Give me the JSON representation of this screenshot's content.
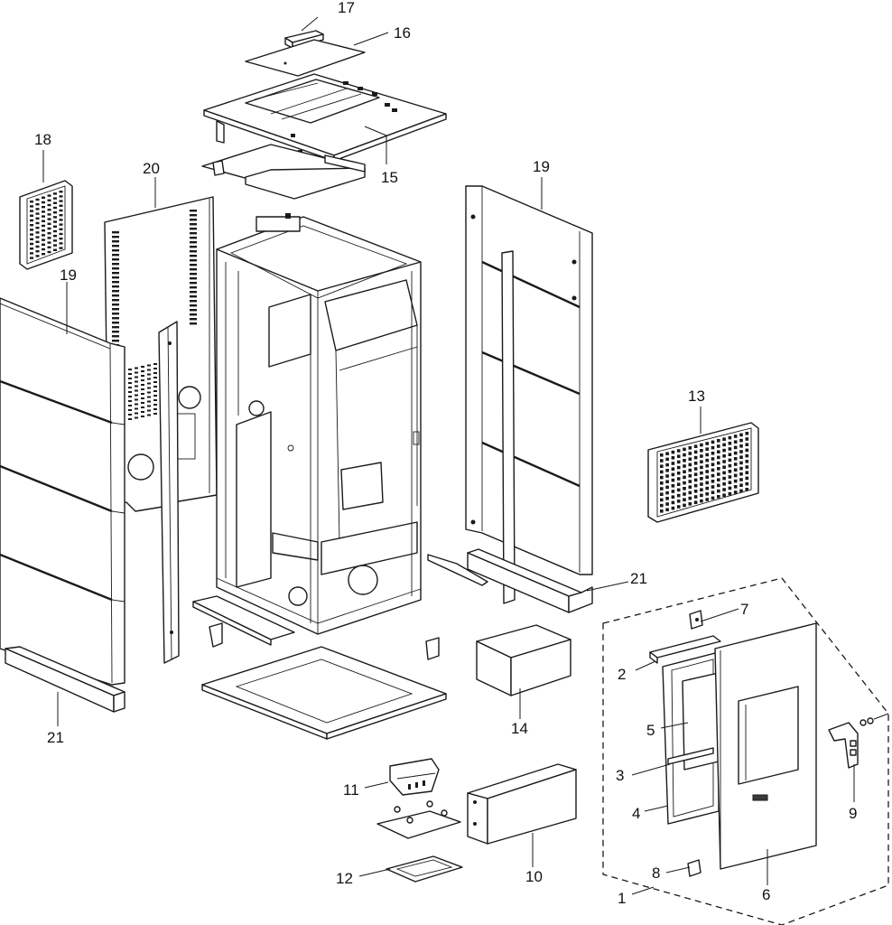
{
  "callouts": [
    {
      "id": "1",
      "label": "1"
    },
    {
      "id": "2",
      "label": "2"
    },
    {
      "id": "3",
      "label": "3"
    },
    {
      "id": "4",
      "label": "4"
    },
    {
      "id": "5",
      "label": "5"
    },
    {
      "id": "6",
      "label": "6"
    },
    {
      "id": "7",
      "label": "7"
    },
    {
      "id": "8",
      "label": "8"
    },
    {
      "id": "9",
      "label": "9"
    },
    {
      "id": "10",
      "label": "10"
    },
    {
      "id": "11",
      "label": "11"
    },
    {
      "id": "12",
      "label": "12"
    },
    {
      "id": "13",
      "label": "13"
    },
    {
      "id": "14",
      "label": "14"
    },
    {
      "id": "15",
      "label": "15"
    },
    {
      "id": "16",
      "label": "16"
    },
    {
      "id": "17",
      "label": "17"
    },
    {
      "id": "18",
      "label": "18"
    },
    {
      "id": "19a",
      "label": "19"
    },
    {
      "id": "19b",
      "label": "19"
    },
    {
      "id": "20",
      "label": "20"
    },
    {
      "id": "21a",
      "label": "21"
    },
    {
      "id": "21b",
      "label": "21"
    }
  ]
}
